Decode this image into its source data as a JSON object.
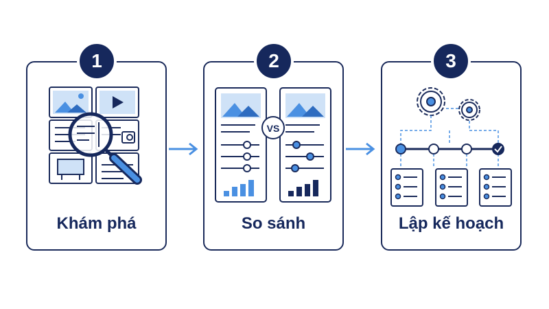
{
  "steps": [
    {
      "number": "1",
      "label": "Khám phá",
      "icon": "magnifier-over-content-grid-icon"
    },
    {
      "number": "2",
      "label": "So sánh",
      "icon": "two-column-comparison-icon"
    },
    {
      "number": "3",
      "label": "Lập kế hoạch",
      "icon": "gears-timeline-checklist-icon"
    }
  ],
  "comparison": {
    "vs_label": "VS"
  },
  "colors": {
    "navy": "#16285c",
    "accent_blue": "#4a90e2",
    "light_blue": "#cfe2f7",
    "outline": "#1a2a5a"
  }
}
